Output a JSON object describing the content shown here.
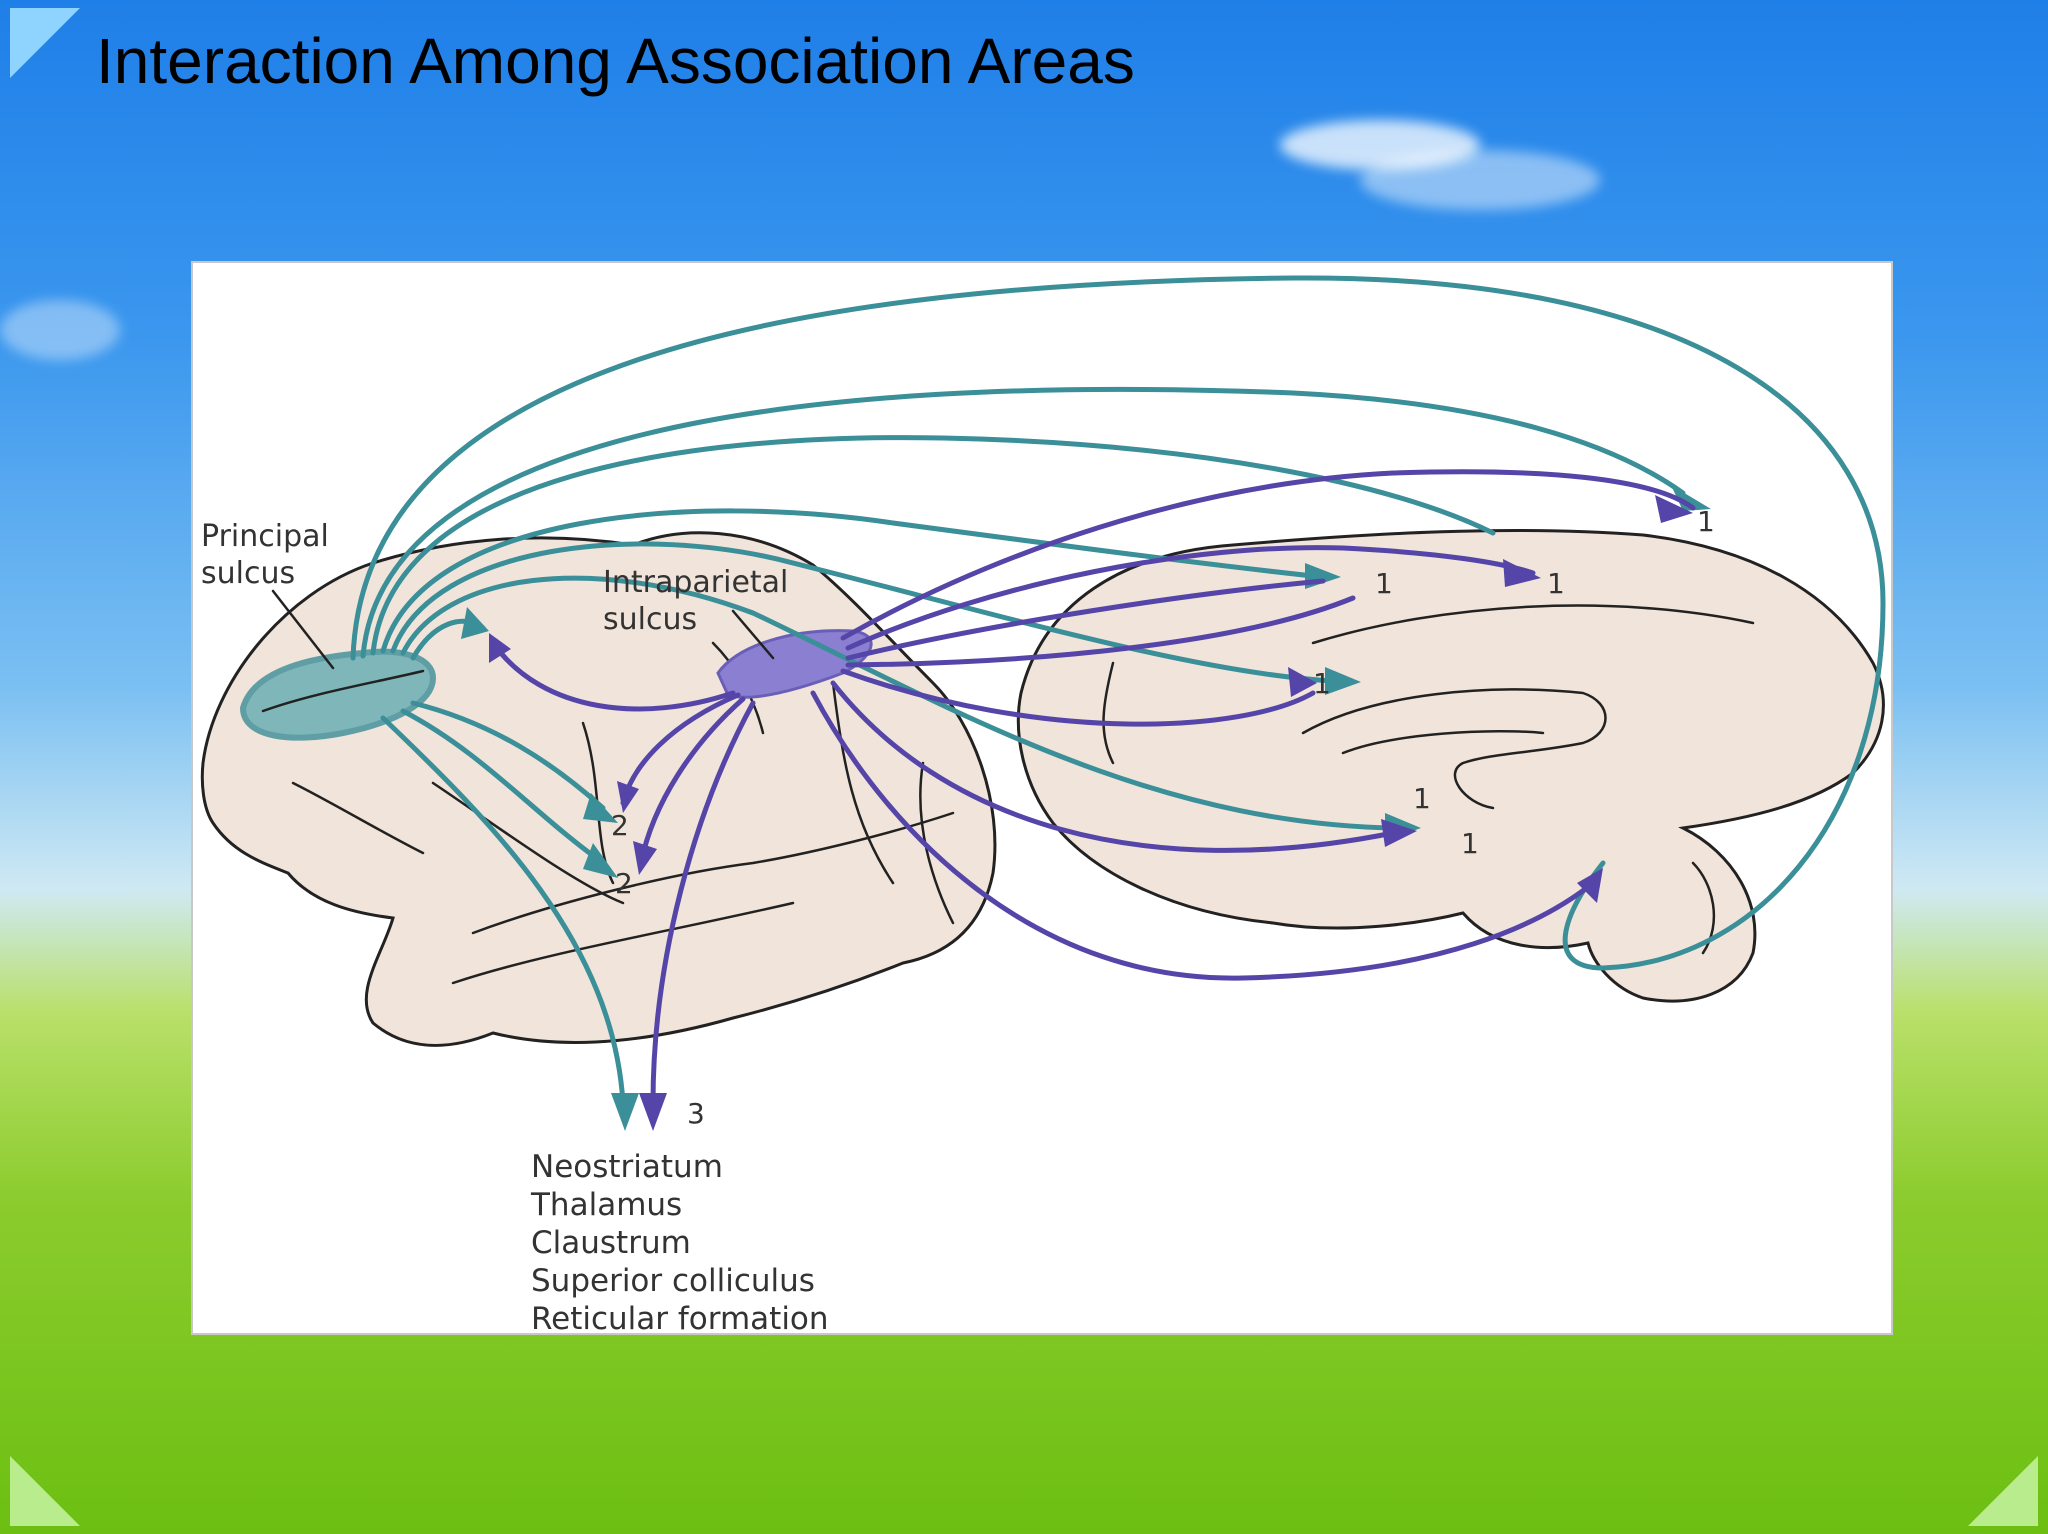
{
  "slide": {
    "title": "Interaction Among Association Areas"
  },
  "colors": {
    "prefrontal_pathway": "#3a8f98",
    "parietal_pathway": "#5545a8",
    "brain_fill": "#f1e4da"
  },
  "diagram": {
    "labels": {
      "principal_line1": "Principal",
      "principal_line2": "sulcus",
      "intraparietal_line1": "Intraparietal",
      "intraparietal_line2": "sulcus"
    },
    "targets": {
      "t1_top": "1",
      "t1_mid_a": "1",
      "t1_mid_b": "1",
      "t1_cing": "1",
      "t1_lower": "1",
      "t1_bottom": "1",
      "t2_upper": "2",
      "t2_lower": "2",
      "t3": "3"
    },
    "subcortical": [
      "Neostriatum",
      "Thalamus",
      "Claustrum",
      "Superior colliculus",
      "Reticular formation"
    ]
  }
}
